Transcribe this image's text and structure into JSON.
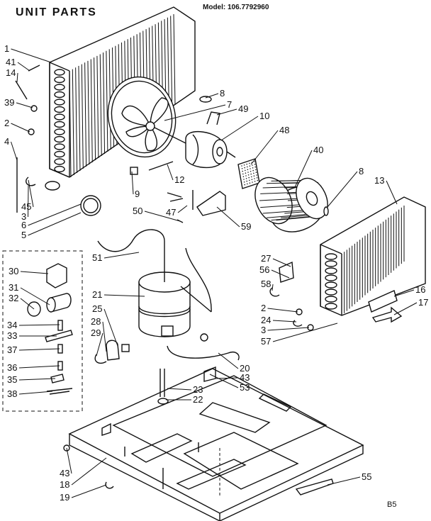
{
  "title": "UNIT PARTS",
  "model": "Model: 106.7792960",
  "page_code": "B5",
  "callouts": [
    {
      "label": "1"
    },
    {
      "label": "41"
    },
    {
      "label": "14"
    },
    {
      "label": "39"
    },
    {
      "label": "2"
    },
    {
      "label": "4"
    },
    {
      "label": "45"
    },
    {
      "label": "3"
    },
    {
      "label": "6"
    },
    {
      "label": "5"
    },
    {
      "label": "8"
    },
    {
      "label": "7"
    },
    {
      "label": "49"
    },
    {
      "label": "10"
    },
    {
      "label": "48"
    },
    {
      "label": "40"
    },
    {
      "label": "8"
    },
    {
      "label": "13"
    },
    {
      "label": "12"
    },
    {
      "label": "9"
    },
    {
      "label": "50"
    },
    {
      "label": "47"
    },
    {
      "label": "59"
    },
    {
      "label": "51"
    },
    {
      "label": "27"
    },
    {
      "label": "56"
    },
    {
      "label": "58"
    },
    {
      "label": "16"
    },
    {
      "label": "17"
    },
    {
      "label": "21"
    },
    {
      "label": "25"
    },
    {
      "label": "28"
    },
    {
      "label": "29"
    },
    {
      "label": "2"
    },
    {
      "label": "24"
    },
    {
      "label": "3"
    },
    {
      "label": "57"
    },
    {
      "label": "20"
    },
    {
      "label": "43"
    },
    {
      "label": "53"
    },
    {
      "label": "23"
    },
    {
      "label": "22"
    },
    {
      "label": "43"
    },
    {
      "label": "18"
    },
    {
      "label": "19"
    },
    {
      "label": "55"
    },
    {
      "label": "30"
    },
    {
      "label": "31"
    },
    {
      "label": "32"
    },
    {
      "label": "34"
    },
    {
      "label": "33"
    },
    {
      "label": "37"
    },
    {
      "label": "36"
    },
    {
      "label": "35"
    },
    {
      "label": "38"
    }
  ]
}
